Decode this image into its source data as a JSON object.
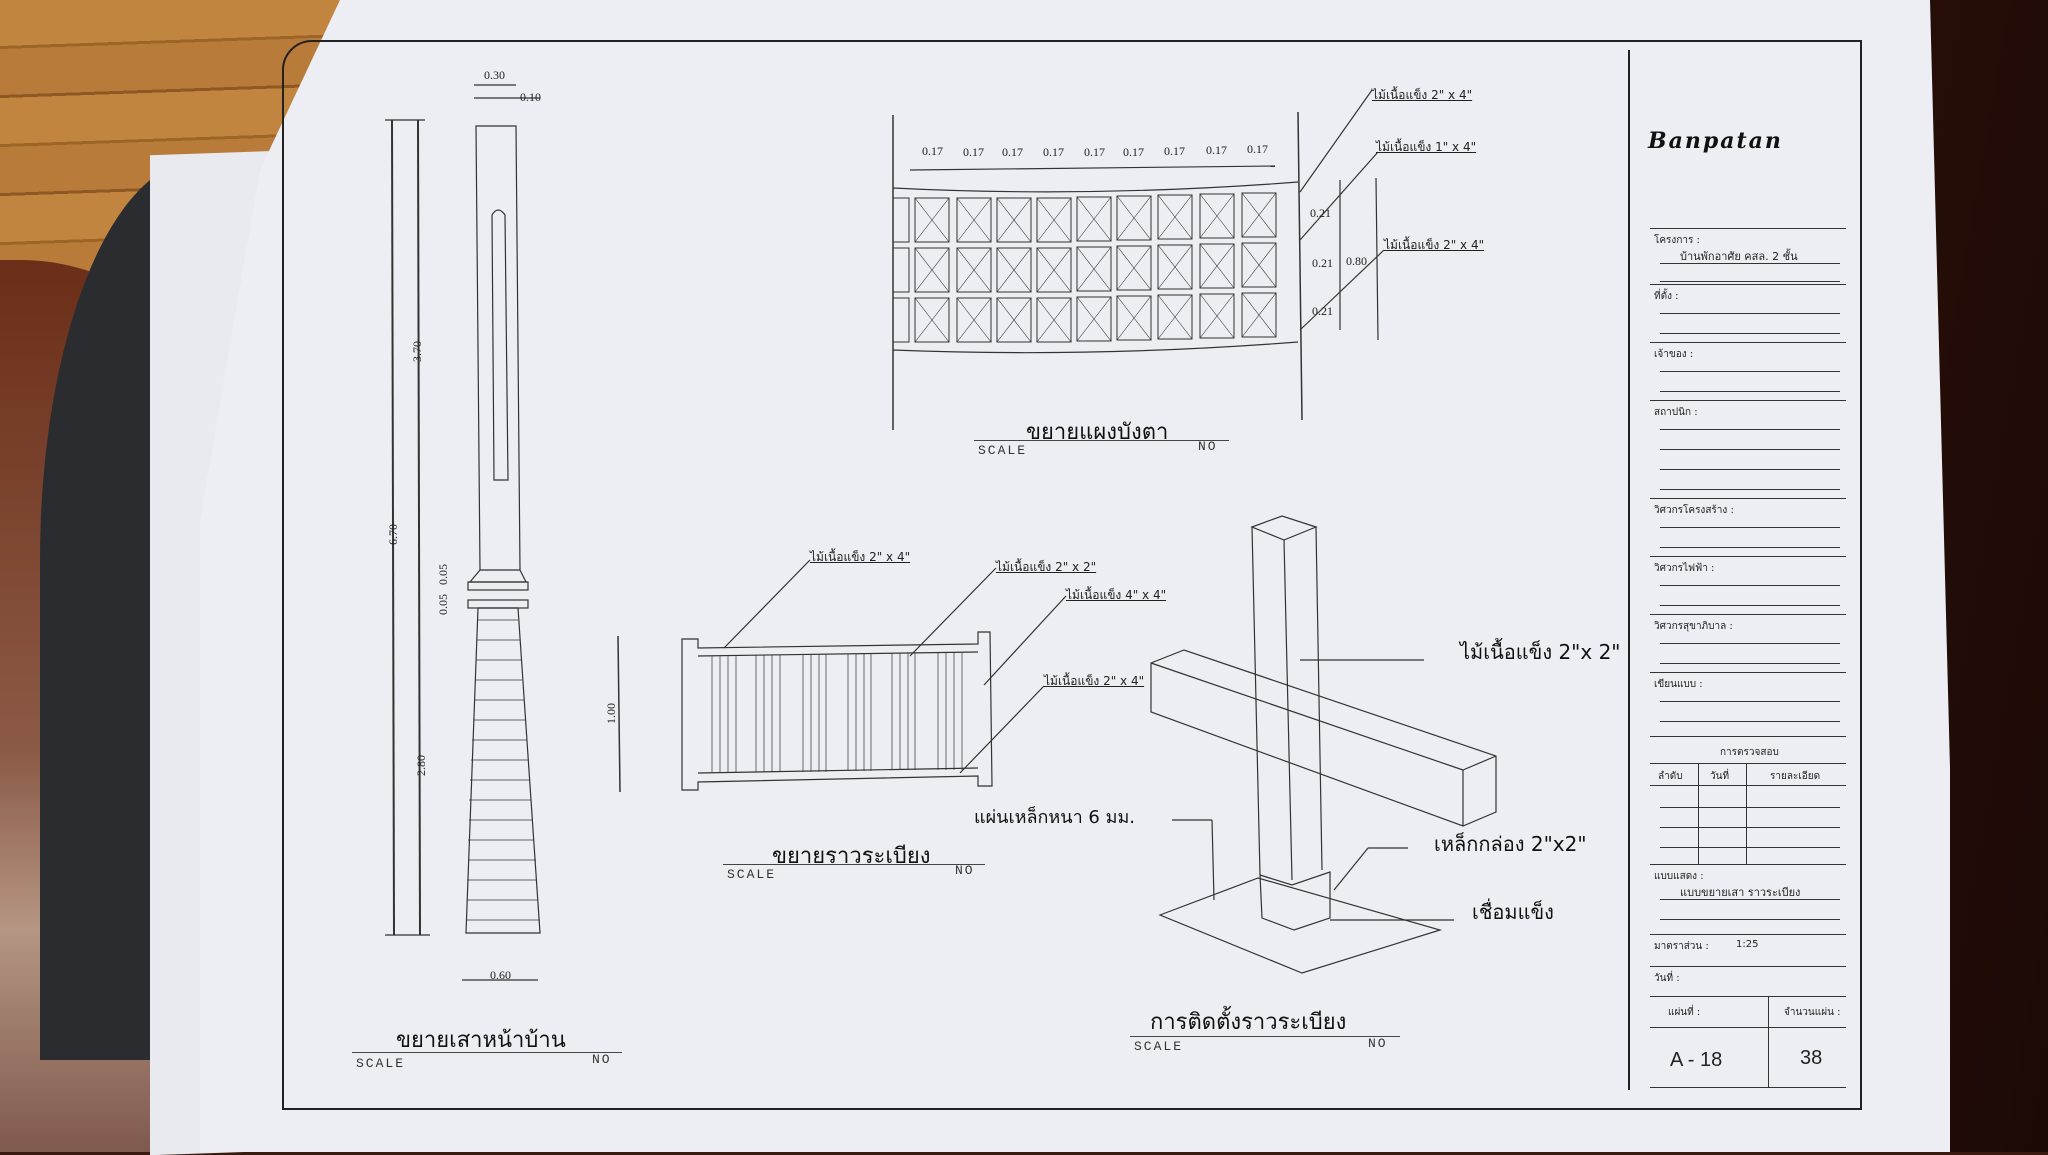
{
  "sheet": {
    "logo": "Banpatan",
    "title_block": {
      "project_label": "โครงการ :",
      "project_value": "บ้านพักอาศัย คสล. 2 ชั้น",
      "location_label": "ที่ตั้ง :",
      "owner_label": "เจ้าของ :",
      "architect_label": "สถาปนิก :",
      "structural_engineer_label": "วิศวกรโครงสร้าง :",
      "electrical_engineer_label": "วิศวกรไฟฟ้า :",
      "sanitary_engineer_label": "วิศวกรสุขาภิบาล :",
      "drafter_label": "เขียนแบบ :",
      "revision_header": "การตรวจสอบ",
      "revision_columns": [
        "ลำดับ",
        "วันที่",
        "รายละเอียด"
      ],
      "drawing_label": "แบบแสดง :",
      "drawing_value": "แบบขยายเสา ราวระเบียง",
      "scale_label": "มาตราส่วน :",
      "scale_value": "1:25",
      "date_label": "วันที่ :",
      "sheet_label": "แผ่นที่ :",
      "total_label": "จำนวนแผ่น :",
      "sheet_number": "A - 18",
      "total_sheets": "38"
    }
  },
  "details": {
    "column": {
      "title": "ขยายเสาหน้าบ้าน",
      "scale": "SCALE",
      "no": "NO",
      "dims": {
        "top_width": "0.30",
        "slot_width": "0.10",
        "total_height": "6.70",
        "upper_height": "3.70",
        "ring_a": "0.05",
        "ring_b": "0.05",
        "base_height": "2.80",
        "base_width": "0.60"
      }
    },
    "screen": {
      "title": "ขยายแผงบังตา",
      "scale": "SCALE",
      "no": "NO",
      "spacings": [
        "0.17",
        "0.17",
        "0.17",
        "0.17",
        "0.17",
        "0.17",
        "0.17",
        "0.17",
        "0.17"
      ],
      "row_heights": [
        "0.21",
        "0.21",
        "0.21"
      ],
      "total_height": "0.80",
      "notes": [
        "ไม้เนื้อแข็ง 2\" x 4\"",
        "ไม้เนื้อแข็ง 1\" x 4\"",
        "ไม้เนื้อแข็ง 2\" x 4\""
      ]
    },
    "railing": {
      "title": "ขยายราวระเบียง",
      "scale": "SCALE",
      "no": "NO",
      "height": "1.00",
      "notes": [
        "ไม้เนื้อแข็ง 2\" x 4\"",
        "ไม้เนื้อแข็ง 2\" x 2\"",
        "ไม้เนื้อแข็ง 4\" x 4\"",
        "ไม้เนื้อแข็ง 2\" x 4\""
      ],
      "plate_note": "แผ่นเหล็กหนา 6 มม."
    },
    "install": {
      "title": "การติดตั้งราวระเบียง",
      "scale": "SCALE",
      "no": "NO",
      "notes": [
        "ไม้เนื้อแข็ง 2\"x 2\"",
        "เหล็กกล่อง 2\"x2\"",
        "เชื่อมแข็ง"
      ]
    }
  }
}
